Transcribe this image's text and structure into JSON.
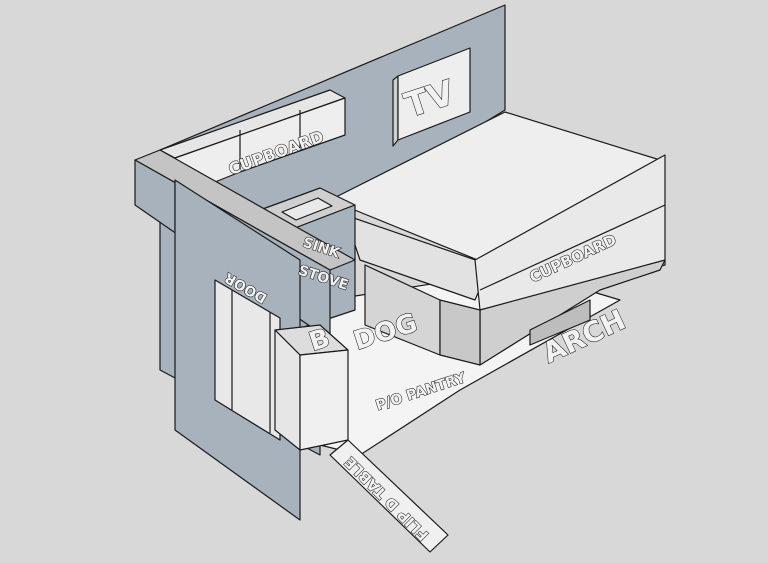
{
  "labels": {
    "tv": "TV",
    "cupboard_back": "CUPBOARD",
    "cupboard_bed": "CUPBOARD",
    "sink": "SINK",
    "stove": "STOVE",
    "door": "DOOR",
    "dog": "DOG",
    "pantry": "P/O PANTRY",
    "arch": "ARCH",
    "flip_table": "FLIP D TABLE",
    "bin": "B"
  },
  "colors": {
    "background": "#d8d8d8",
    "wall": "#a7b2bc",
    "panel_light": "#eeeeee",
    "panel_mid": "#dedede",
    "floor": "#f4f4f4",
    "edge": "#1a1a1a"
  }
}
